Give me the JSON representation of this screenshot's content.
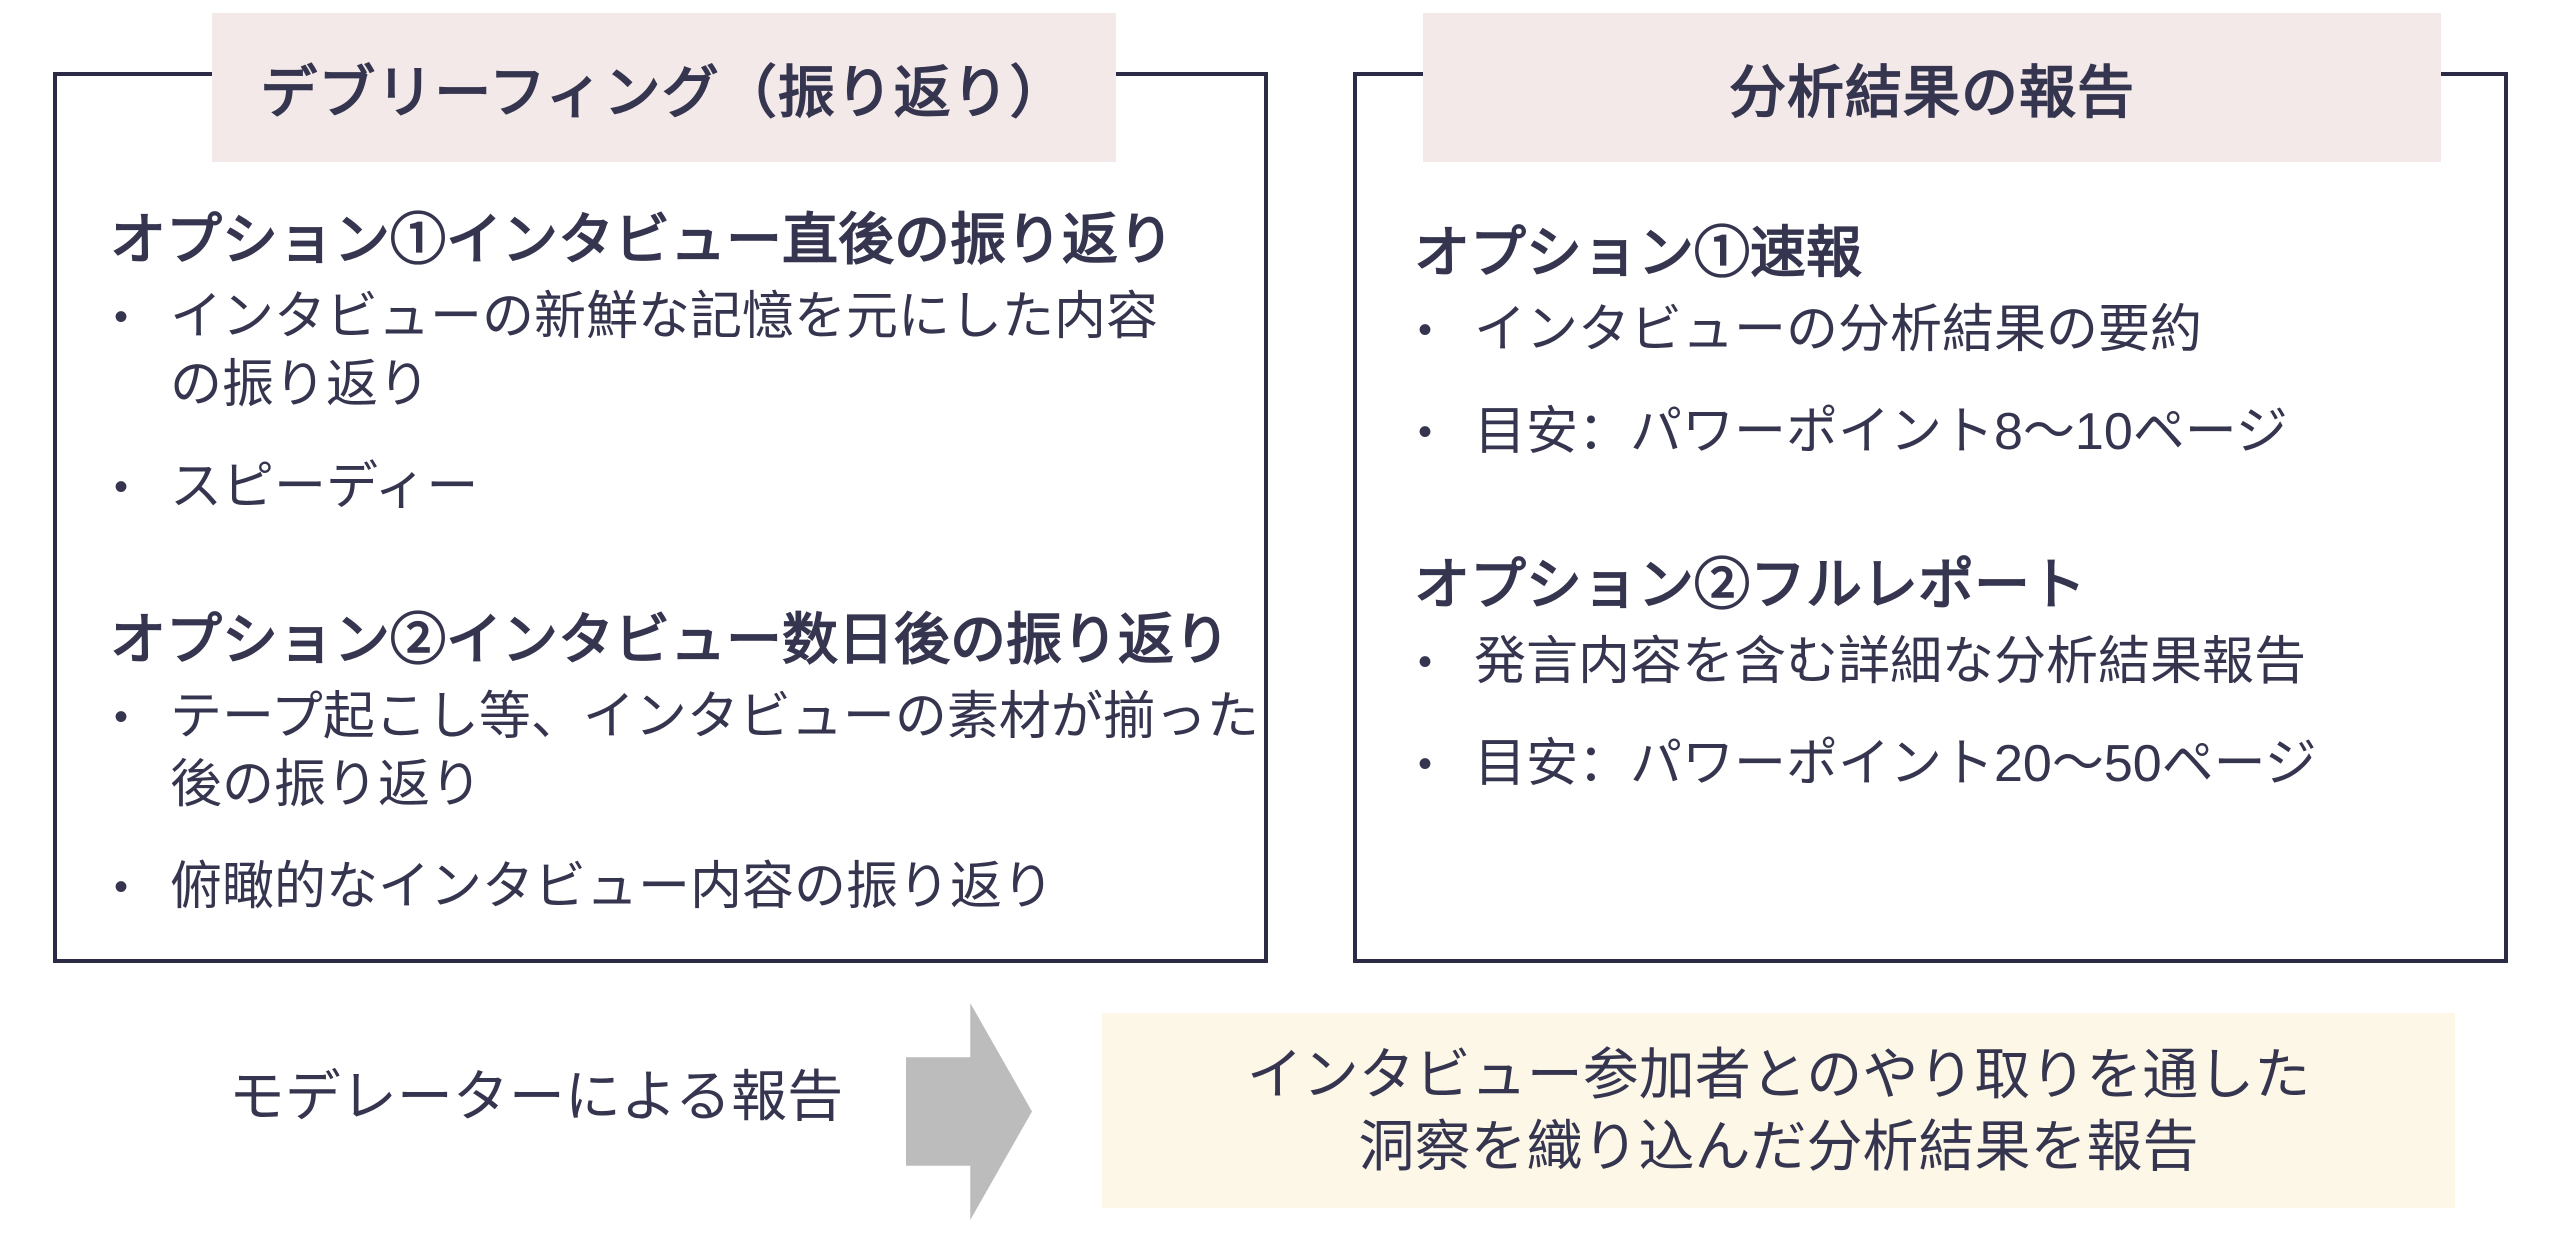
{
  "glyphs": {
    "bullet": "•"
  },
  "colors": {
    "text_navy": "#35354f",
    "border_navy": "#2b2b45",
    "header_pink": "#f2e9e8",
    "result_cream": "#fdf7e7",
    "arrow_gray": "#bcbcbc"
  },
  "left_box": {
    "title": "デブリーフィング（振り返り）",
    "sections": [
      {
        "heading": "オプション①インタビュー直後の振り返り",
        "bullets": [
          {
            "lines": [
              "インタビューの新鮮な記憶を元にした内容",
              "の振り返り"
            ]
          },
          {
            "lines": [
              "スピーディー"
            ]
          }
        ]
      },
      {
        "heading": "オプション②インタビュー数日後の振り返り",
        "bullets": [
          {
            "lines": [
              "テープ起こし等、インタビューの素材が揃った",
              "後の振り返り"
            ]
          },
          {
            "lines": [
              "俯瞰的なインタビュー内容の振り返り"
            ]
          }
        ]
      }
    ]
  },
  "right_box": {
    "title": "分析結果の報告",
    "sections": [
      {
        "heading": "オプション①速報",
        "bullets": [
          {
            "lines": [
              "インタビューの分析結果の要約"
            ]
          },
          {
            "lines": [
              "目安：パワーポイント8～10ページ"
            ]
          }
        ]
      },
      {
        "heading": "オプション②フルレポート",
        "bullets": [
          {
            "lines": [
              "発言内容を含む詳細な分析結果報告"
            ]
          },
          {
            "lines": [
              "目安：パワーポイント20～50ページ"
            ]
          }
        ]
      }
    ]
  },
  "bottom": {
    "moderator_label": "モデレーターによる報告",
    "result_lines": [
      "インタビュー参加者とのやり取りを通した",
      "洞察を織り込んだ分析結果を報告"
    ]
  }
}
